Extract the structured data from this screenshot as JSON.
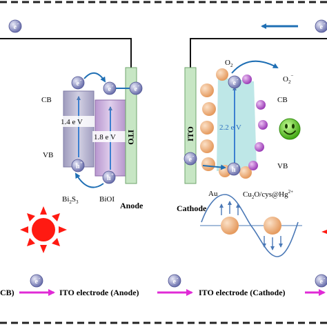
{
  "electron_symbol": "e",
  "electron_sign": "-",
  "hole_symbol": "h",
  "hole_sign": "+",
  "anode": {
    "label": "Anode",
    "band_labels": {
      "cb": "CB",
      "vb": "VB"
    },
    "ito_label": "ITO",
    "bi2s3": {
      "name_main": "Bi",
      "name_sub1": "2",
      "name_mid": "S",
      "name_sub2": "3",
      "gap": "1.4  e V",
      "color": "#b9b7cf"
    },
    "bioi": {
      "name": "BiOI",
      "gap": "1.8  e V",
      "color": "#c9b3dc"
    },
    "ito_color": "#c7e6c4"
  },
  "cathode": {
    "label": "Cathode",
    "ito_label": "ITO",
    "band_labels": {
      "cb": "CB",
      "vb": "VB"
    },
    "gap": "2.2  e V",
    "o2": {
      "main": "O",
      "sub": "2"
    },
    "o2_radical": {
      "main": "O",
      "sub": "2",
      "sup": "−"
    },
    "au_label": "Au",
    "composite_label": {
      "main": "Cu",
      "sub1": "2",
      "mid": "O/cys@Hg",
      "sup": "2+"
    },
    "gap_color": "#b3e3e3",
    "au_color": "#f0b787",
    "hg_color": "#b155c8",
    "ito_color": "#c7e6c4"
  },
  "flow": {
    "start": "CB)",
    "step1": "ITO electrode (Anode)",
    "step2": "ITO electrode (Cathode)"
  },
  "colors": {
    "arrow_blue": "#1f6fb4",
    "flow_arrow": "#e02ad6",
    "sun": "#ff1a12",
    "electron_fill": "#7b80b8",
    "dashed": "#222222"
  },
  "icons": [
    "sun-icon",
    "smiley-icon",
    "electron-icon",
    "hole-icon"
  ]
}
